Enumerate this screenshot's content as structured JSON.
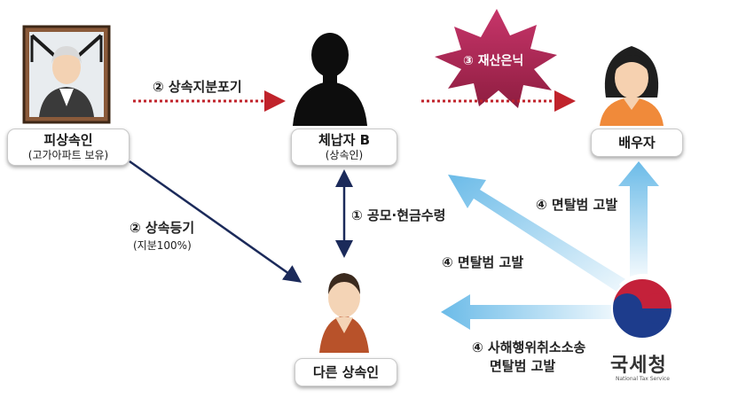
{
  "nodes": {
    "deceased": {
      "name": "피상속인",
      "note": "(고가아파트 보유)"
    },
    "taxpayer": {
      "name": "체납자 B",
      "note": "(상속인)"
    },
    "spouse": {
      "name": "배우자"
    },
    "other_heir": {
      "name": "다른 상속인"
    }
  },
  "edges": {
    "renounce": "② 상속지분포기",
    "hide_assets": "③ 재산은닉",
    "register": "② 상속등기",
    "register_note": "(지분100%)",
    "cash": "① 공모·현금수령",
    "accuse_spouse": "④ 면탈범 고발",
    "accuse_taxpayer": "④ 면탈범 고발",
    "lawsuit_line1": "④ 사해행위취소소송",
    "lawsuit_line2": "면탈범 고발"
  },
  "agency": {
    "name": "국세청",
    "english": "National Tax Service"
  },
  "colors": {
    "dotted_arrow": "#c0232b",
    "navy_arrow": "#1b2a5a",
    "blue_arrow": "#79c1ea",
    "burst": "#a8244f"
  }
}
